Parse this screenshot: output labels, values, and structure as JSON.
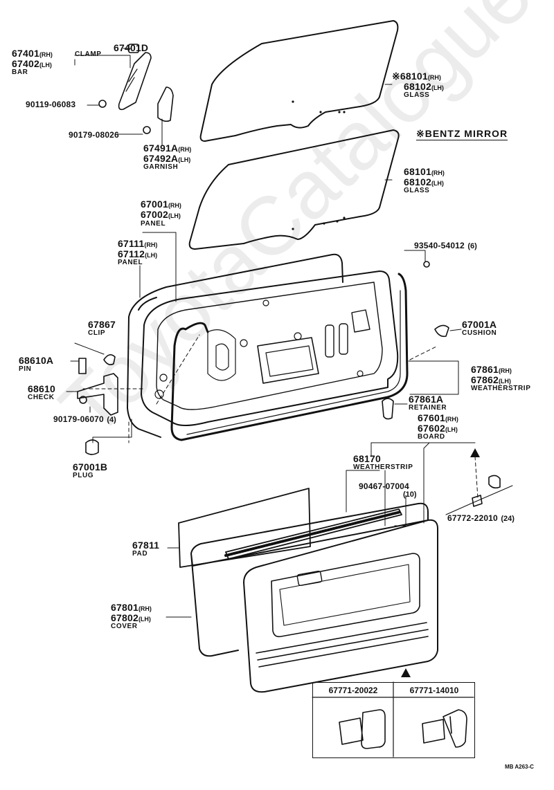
{
  "watermark": "ToyotaCatalogue.ru",
  "bentz_note": "※BENTZ MIRROR",
  "footer_code": "MB  A263-C",
  "parts": {
    "p67401d": {
      "num": "67401D",
      "name": "CLAMP"
    },
    "p67401": {
      "rh": "67401",
      "lh": "67402",
      "rh_sfx": "(RH)",
      "lh_sfx": "(LH)",
      "name": "BAR"
    },
    "p90119": {
      "num": "90119-06083"
    },
    "p90179a": {
      "num": "90179-08026"
    },
    "p67491": {
      "rh": "67491A",
      "lh": "67492A",
      "rh_sfx": "(RH)",
      "lh_sfx": "(LH)",
      "name": "GARNISH"
    },
    "p68101a": {
      "rh": "※68101",
      "lh": "68102",
      "rh_sfx": "(RH)",
      "lh_sfx": "(LH)",
      "name": "GLASS"
    },
    "p68101b": {
      "rh": "68101",
      "lh": "68102",
      "rh_sfx": "(RH)",
      "lh_sfx": "(LH)",
      "name": "GLASS"
    },
    "p67001": {
      "rh": "67001",
      "lh": "67002",
      "rh_sfx": "(RH)",
      "lh_sfx": "(LH)",
      "name": "PANEL"
    },
    "p67111": {
      "rh": "67111",
      "lh": "67112",
      "rh_sfx": "(RH)",
      "lh_sfx": "(LH)",
      "name": "PANEL"
    },
    "p93540": {
      "num": "93540-54012",
      "qty": "(6)"
    },
    "p67867": {
      "num": "67867",
      "name": "CLIP"
    },
    "p67001a": {
      "num": "67001A",
      "name": "CUSHION"
    },
    "p68610a": {
      "num": "68610A",
      "name": "PIN"
    },
    "p68610": {
      "num": "68610",
      "name": "CHECK"
    },
    "p67861": {
      "rh": "67861",
      "lh": "67862",
      "rh_sfx": "(RH)",
      "lh_sfx": "(LH)",
      "name": "WEATHERSTRIP"
    },
    "p90179b": {
      "num": "90179-06070",
      "qty": "(4)"
    },
    "p67861a": {
      "num": "67861A",
      "name": "RETAINER"
    },
    "p67601": {
      "rh": "67601",
      "lh": "67602",
      "rh_sfx": "(RH)",
      "lh_sfx": "(LH)",
      "name": "BOARD"
    },
    "p67001b": {
      "num": "67001B",
      "name": "PLUG"
    },
    "p68170": {
      "num": "68170",
      "name": "WEATHERSTRIP"
    },
    "p90467": {
      "num": "90467-07004",
      "qty": "(10)"
    },
    "p67772": {
      "num": "67772-22010",
      "qty": "(24)"
    },
    "p67811": {
      "num": "67811",
      "name": "PAD"
    },
    "p67801": {
      "rh": "67801",
      "lh": "67802",
      "rh_sfx": "(RH)",
      "lh_sfx": "(LH)",
      "name": "COVER"
    }
  },
  "inset": {
    "left": "67771-20022",
    "right": "67771-14010"
  }
}
